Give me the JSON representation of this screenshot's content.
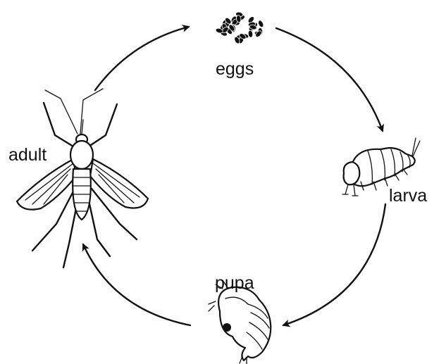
{
  "diagram": {
    "stages": {
      "eggs": "eggs",
      "larva": "larva",
      "pupa": "pupa",
      "adult": "adult"
    },
    "cycle_order": [
      "eggs",
      "larva",
      "pupa",
      "adult"
    ]
  }
}
